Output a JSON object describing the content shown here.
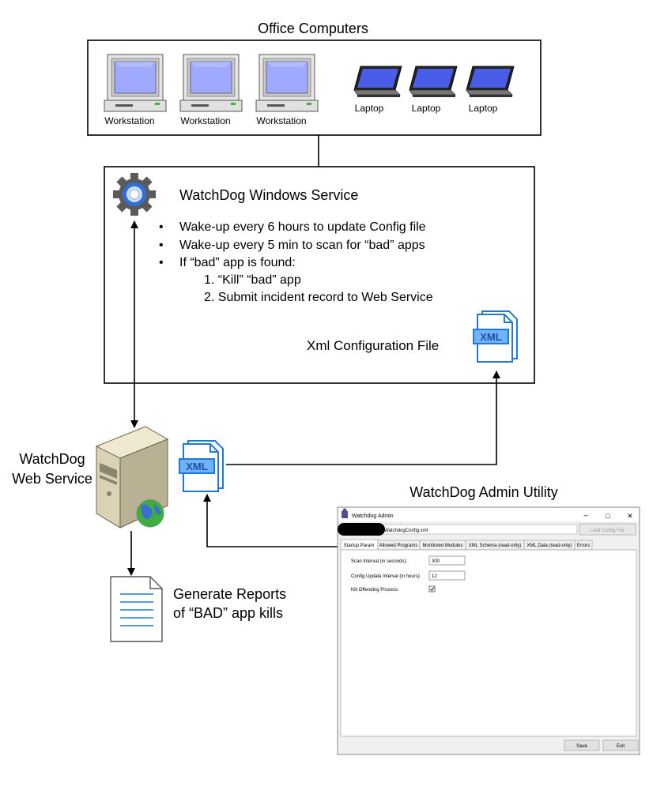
{
  "office": {
    "title": "Office Computers",
    "workstation_label": "Workstation",
    "laptop_label": "Laptop",
    "workstations": [
      "Workstation",
      "Workstation",
      "Workstation"
    ],
    "laptops": [
      "Laptop",
      "Laptop",
      "Laptop"
    ]
  },
  "service": {
    "title": "WatchDog Windows Service",
    "bullets": [
      "Wake-up every 6 hours to update Config file",
      "Wake-up every 5 min to scan for “bad” apps",
      "If “bad” app is found:"
    ],
    "steps": [
      "1. “Kill” “bad” app",
      "2. Submit incident record to Web Service"
    ],
    "xml_config_label": "Xml Configuration File",
    "xml_icon_text": "XML"
  },
  "web_service": {
    "label_line1": "WatchDog",
    "label_line2": "Web Service",
    "xml_icon_text": "XML"
  },
  "reports": {
    "line1": "Generate Reports",
    "line2": "of “BAD” app kills"
  },
  "admin_utility": {
    "caption": "WatchDog Admin Utility",
    "window_title": "Watchdog Admin",
    "controls": {
      "minimize": "–",
      "maximize": "□",
      "close": "✕"
    },
    "file_path": "WatchdogConfig.xml",
    "load_button": "Load Config File",
    "tabs": [
      "Startup Param",
      "Allowed Programs",
      "Monitored Modules",
      "XML Schema (read-only)",
      "XML Data (read-only)",
      "Errors"
    ],
    "active_tab": "Startup Param",
    "fields": {
      "scan_interval_label": "Scan Interval (in seconds):",
      "scan_interval_value": "300",
      "config_update_label": "Config Update Interval (in hours):",
      "config_update_value": "12",
      "kill_process_label": "Kill Offending Process:",
      "kill_process_checked": true
    },
    "save_button": "Save",
    "exit_button": "Exit"
  },
  "colors": {
    "xml_blue": "#1e78d6",
    "screen_blue": "#9fa9ff",
    "globe_green": "#3fae3f"
  }
}
